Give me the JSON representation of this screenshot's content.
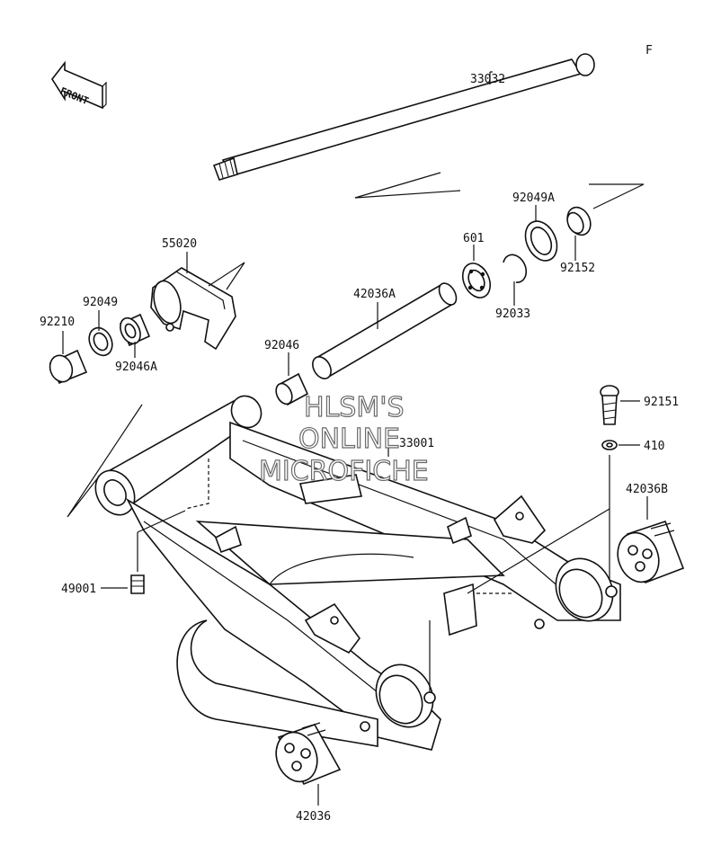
{
  "diagram": {
    "corner_mark": "F",
    "front_arrow": "FRONT",
    "watermark": [
      "HLSM'S",
      "ONLINE",
      "MICROFICHE"
    ],
    "parts": [
      {
        "id": "p33032",
        "label": "33032"
      },
      {
        "id": "p92049A",
        "label": "92049A"
      },
      {
        "id": "p601",
        "label": "601"
      },
      {
        "id": "p92152",
        "label": "92152"
      },
      {
        "id": "p92033",
        "label": "92033"
      },
      {
        "id": "p55020",
        "label": "55020"
      },
      {
        "id": "p42036A",
        "label": "42036A"
      },
      {
        "id": "p92049",
        "label": "92049"
      },
      {
        "id": "p92210",
        "label": "92210"
      },
      {
        "id": "p92046A",
        "label": "92046A"
      },
      {
        "id": "p92046",
        "label": "92046"
      },
      {
        "id": "p92151",
        "label": "92151"
      },
      {
        "id": "p33001",
        "label": "33001"
      },
      {
        "id": "p410",
        "label": "410"
      },
      {
        "id": "p42036B",
        "label": "42036B"
      },
      {
        "id": "p49001",
        "label": "49001"
      },
      {
        "id": "p42036",
        "label": "42036"
      }
    ]
  }
}
